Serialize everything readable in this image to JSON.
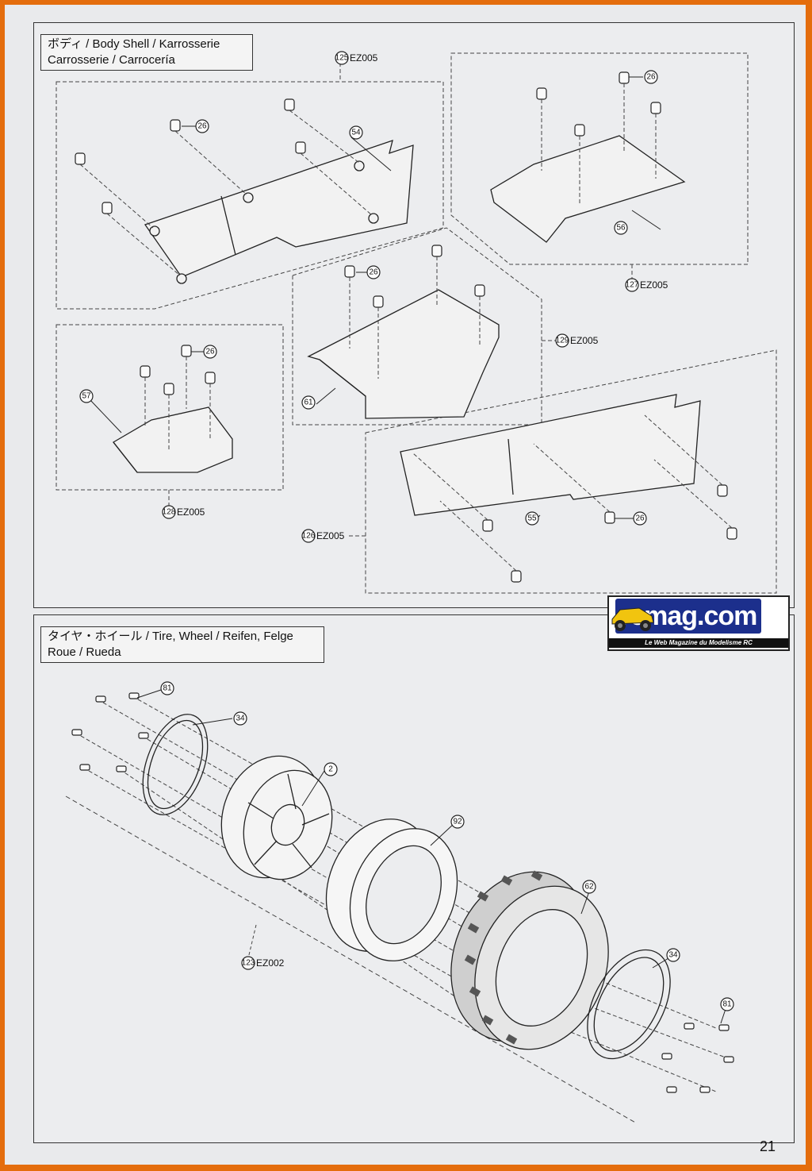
{
  "sections": {
    "body": {
      "title_line1": "ボディ / Body Shell / Karrosserie",
      "title_line2": "Carrosserie / Carrocería",
      "sets": {
        "s125": {
          "number": "125",
          "code": "EZ005"
        },
        "s127": {
          "number": "127",
          "code": "EZ005"
        },
        "s129": {
          "number": "129",
          "code": "EZ005"
        },
        "s128": {
          "number": "128",
          "code": "EZ005"
        },
        "s126": {
          "number": "126",
          "code": "EZ005"
        }
      },
      "callouts": {
        "c26a": "26",
        "c54": "54",
        "c26b": "26",
        "c56": "56",
        "c26c": "26",
        "c61": "61",
        "c26d": "26",
        "c57": "57",
        "c26e": "26",
        "c55": "55"
      }
    },
    "tire": {
      "title_line1": "タイヤ・ホイール / Tire, Wheel / Reifen, Felge",
      "title_line2": "Roue / Rueda",
      "set": {
        "number": "123",
        "code": "EZ002"
      },
      "callouts": {
        "c81a": "81",
        "c34a": "34",
        "c2": "2",
        "c92": "92",
        "c62": "62",
        "c34b": "34",
        "c81b": "81"
      }
    }
  },
  "logo": {
    "text": "rcmag.com",
    "subtitle": "Le Web Magazine du Modelisme RC"
  },
  "page_number": "21"
}
